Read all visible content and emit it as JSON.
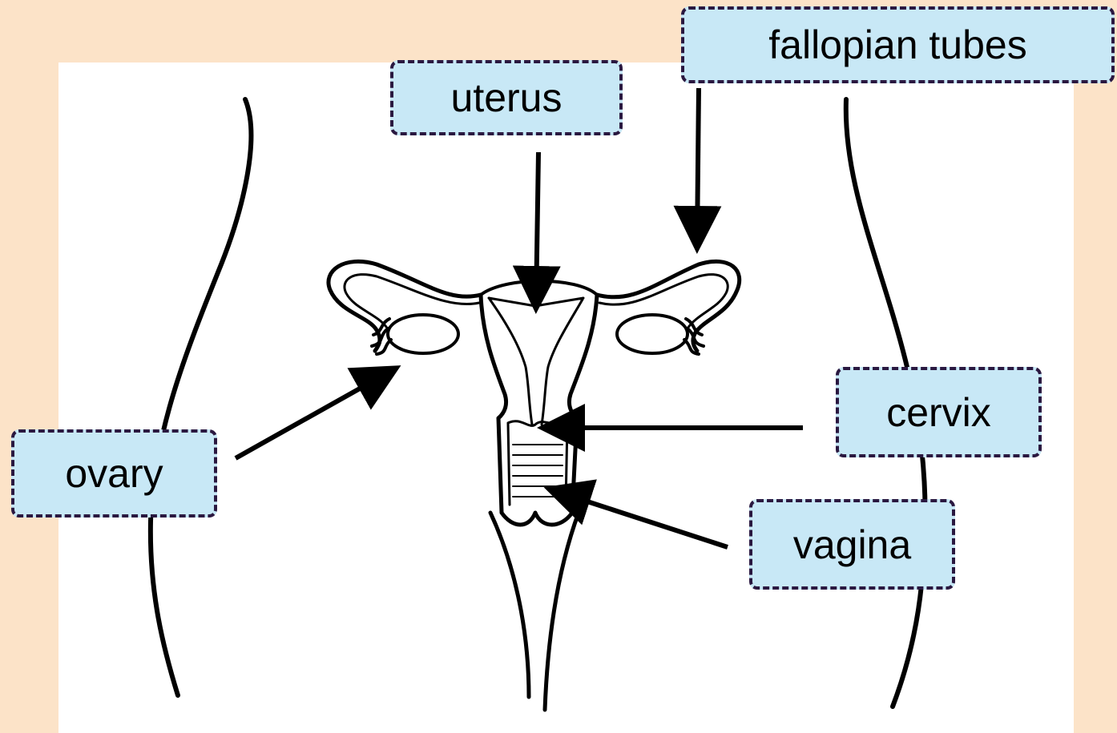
{
  "colors": {
    "background": "#fce3c8",
    "panel": "#ffffff",
    "label_fill": "#c8e8f6",
    "label_border": "#2a1840",
    "ink": "#000000"
  },
  "labels": {
    "fallopian_tubes": "fallopian tubes",
    "uterus": "uterus",
    "cervix": "cervix",
    "ovary": "ovary",
    "vagina": "vagina"
  }
}
